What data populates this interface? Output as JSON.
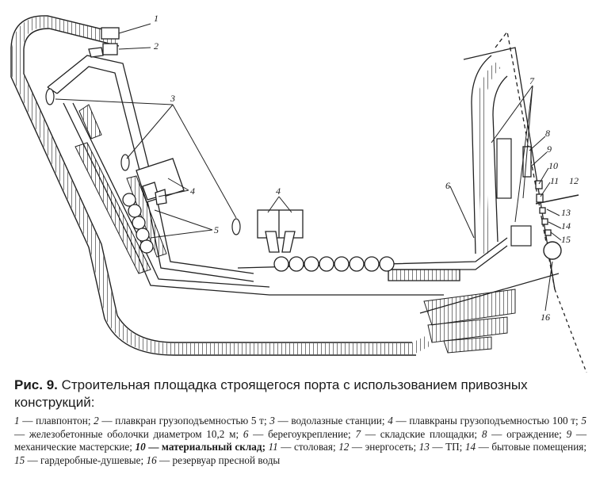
{
  "figure": {
    "number": "Рис. 9.",
    "title": "Строительная площадка строящегося порта с использованием привозных конструкций:"
  },
  "legend": [
    {
      "num": "1",
      "text": "плавпонтон"
    },
    {
      "num": "2",
      "text": "плавкран грузоподъемностью 5 т"
    },
    {
      "num": "3",
      "text": "водолазные станции"
    },
    {
      "num": "4",
      "text": "плавкраны грузоподъемностью 100 т"
    },
    {
      "num": "5",
      "text": "железобетонные оболочки диаметром 10,2 м"
    },
    {
      "num": "6",
      "text": "берегоукрепление"
    },
    {
      "num": "7",
      "text": "складские площадки"
    },
    {
      "num": "8",
      "text": "ограждение"
    },
    {
      "num": "9",
      "text": "механические мастерские"
    },
    {
      "num": "10",
      "text": "материальный склад"
    },
    {
      "num": "11",
      "text": "столовая"
    },
    {
      "num": "12",
      "text": "энергосеть"
    },
    {
      "num": "13",
      "text": "ТП"
    },
    {
      "num": "14",
      "text": "бытовые помещения"
    },
    {
      "num": "15",
      "text": "гардеробные-душевые"
    },
    {
      "num": "16",
      "text": "резервуар пресной воды"
    }
  ],
  "callouts": [
    "1",
    "2",
    "3",
    "4",
    "4",
    "5",
    "6",
    "7",
    "8",
    "9",
    "10",
    "11",
    "12",
    "13",
    "14",
    "15",
    "16"
  ]
}
